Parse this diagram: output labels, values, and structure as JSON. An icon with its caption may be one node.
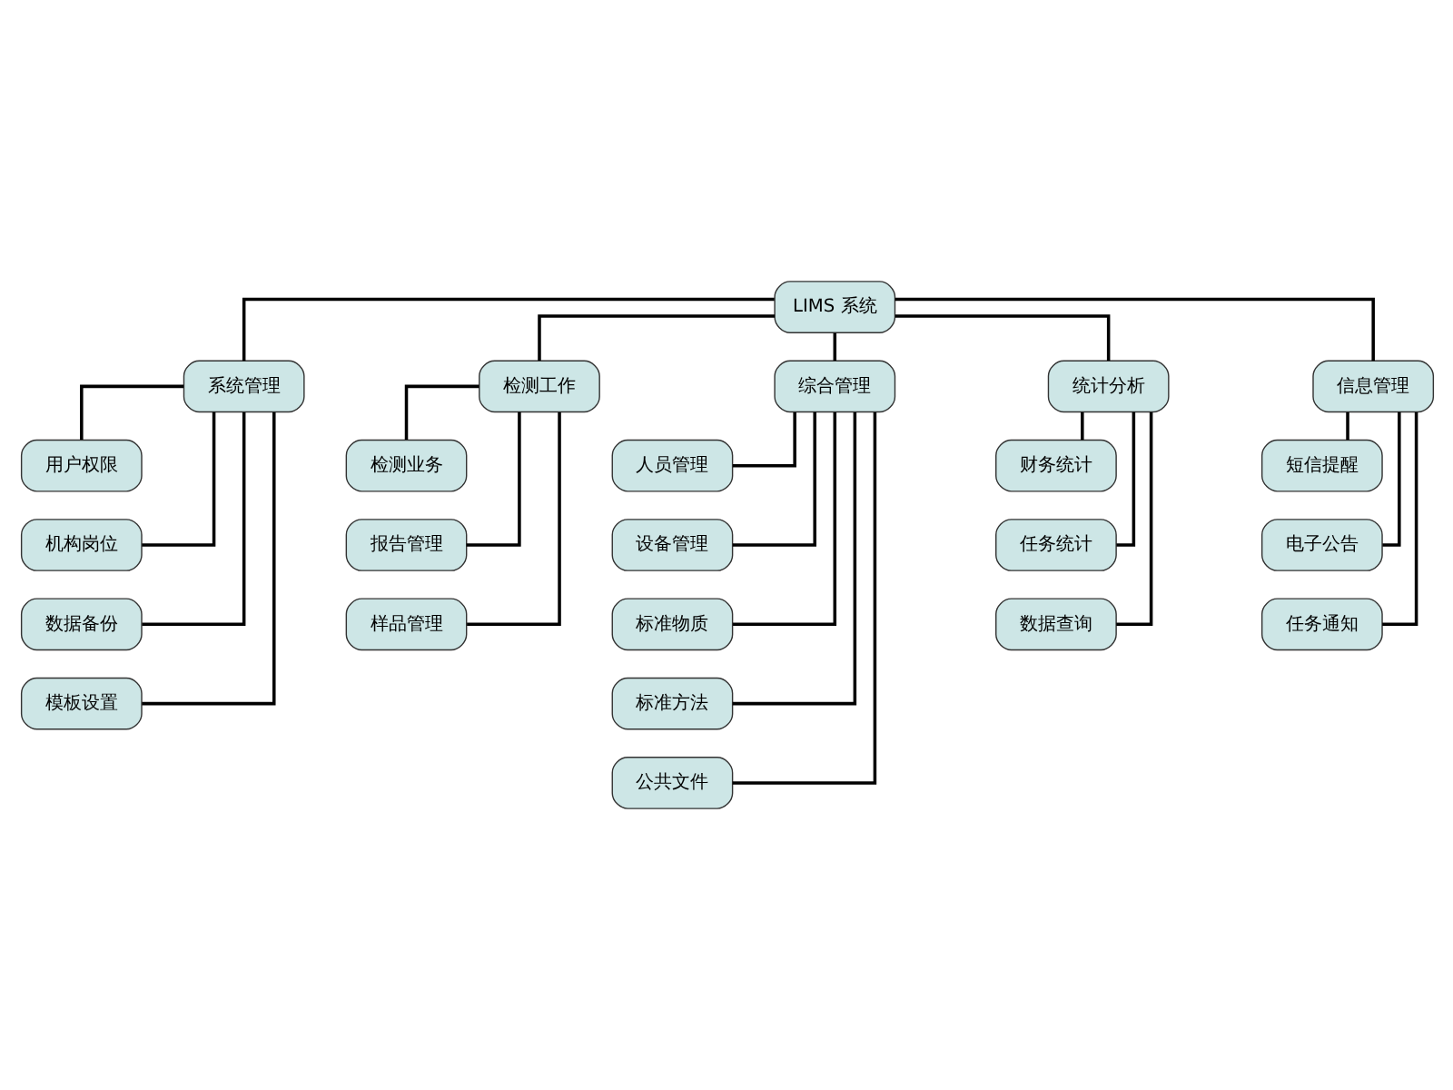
{
  "diagram": {
    "nodes": [
      {
        "text": [
          "LIMS 系统"
        ]
      },
      {
        "text": [
          "系统管理"
        ]
      },
      {
        "text": [
          "检测工作"
        ]
      },
      {
        "text": [
          "综合管理"
        ]
      },
      {
        "text": [
          "统计分析"
        ]
      },
      {
        "text": [
          "信息管理"
        ]
      },
      {
        "text": [
          "用户权限"
        ]
      },
      {
        "text": [
          "机构岗位"
        ]
      },
      {
        "text": [
          "数据备份"
        ]
      },
      {
        "text": [
          "模板设置"
        ]
      },
      {
        "text": [
          "检测业务"
        ]
      },
      {
        "text": [
          "报告管理"
        ]
      },
      {
        "text": [
          "样品管理"
        ]
      },
      {
        "text": [
          "人员管理"
        ]
      },
      {
        "text": [
          "设备管理"
        ]
      },
      {
        "text": [
          "标准物质"
        ]
      },
      {
        "text": [
          "标准方法"
        ]
      },
      {
        "text": [
          "公共文件"
        ]
      },
      {
        "text": [
          "财务统计"
        ]
      },
      {
        "text": [
          "任务统计"
        ]
      },
      {
        "text": [
          "数据查询"
        ]
      },
      {
        "text": [
          "短信提醒"
        ]
      },
      {
        "text": [
          "电子公告"
        ]
      },
      {
        "text": [
          "任务通知"
        ]
      }
    ],
    "edges": [
      {
        "from": 0,
        "to": 1,
        "arrow": "none"
      },
      {
        "from": 0,
        "to": 2,
        "arrow": "none"
      },
      {
        "from": 0,
        "to": 3,
        "arrow": "none"
      },
      {
        "from": 0,
        "to": 4,
        "arrow": "none"
      },
      {
        "from": 0,
        "to": 5,
        "arrow": "none"
      },
      {
        "from": 1,
        "to": 6,
        "arrow": "none"
      },
      {
        "from": 1,
        "to": 7,
        "arrow": "none"
      },
      {
        "from": 1,
        "to": 8,
        "arrow": "none"
      },
      {
        "from": 1,
        "to": 9,
        "arrow": "none"
      },
      {
        "from": 2,
        "to": 10,
        "arrow": "none"
      },
      {
        "from": 2,
        "to": 11,
        "arrow": "none"
      },
      {
        "from": 2,
        "to": 12,
        "arrow": "none"
      },
      {
        "from": 3,
        "to": 13,
        "arrow": "none"
      },
      {
        "from": 3,
        "to": 14,
        "arrow": "none"
      },
      {
        "from": 3,
        "to": 15,
        "arrow": "none"
      },
      {
        "from": 3,
        "to": 16,
        "arrow": "none"
      },
      {
        "from": 3,
        "to": 17,
        "arrow": "none"
      },
      {
        "from": 4,
        "to": 18,
        "arrow": "none"
      },
      {
        "from": 4,
        "to": 19,
        "arrow": "none"
      },
      {
        "from": 4,
        "to": 20,
        "arrow": "none"
      },
      {
        "from": 5,
        "to": 21,
        "arrow": "none"
      },
      {
        "from": 5,
        "to": 22,
        "arrow": "none"
      },
      {
        "from": 5,
        "to": 23,
        "arrow": "none"
      }
    ]
  }
}
